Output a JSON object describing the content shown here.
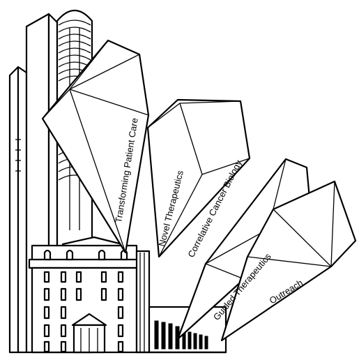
{
  "labels": {
    "transforming": "Transforming Patient Care",
    "novel": "Novel Therapeutics",
    "correlative": "Correlative Cancer Biology",
    "guided": "Guided Therapeutics",
    "outreach": "Outreach"
  },
  "colors": {
    "line": "#000000",
    "fill": "#ffffff"
  }
}
